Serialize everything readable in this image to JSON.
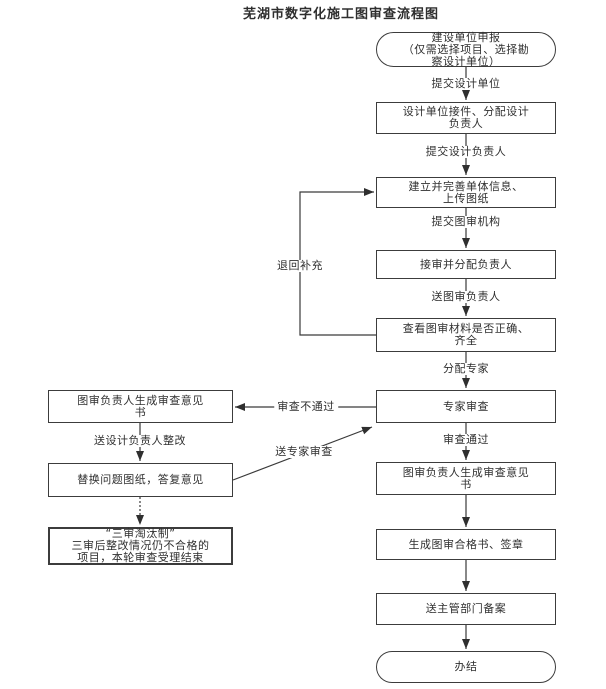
{
  "title": "芜湖市数字化施工图审查流程图",
  "flowchart": {
    "nodes": {
      "start": {
        "label": "建设单位申报\n（仅需选择项目、选择勘\n察设计单位）"
      },
      "design_accept": {
        "label": "设计单位接件、分配设计\n负责人"
      },
      "unit_info": {
        "label": "建立并完善单体信息、\n上传图纸"
      },
      "review_accept": {
        "label": "接审并分配负责人"
      },
      "check_material": {
        "label": "查看图审材料是否正确、\n齐全"
      },
      "expert_review": {
        "label": "专家审查"
      },
      "opinion_letter": {
        "label": "图审负责人生成审查意见\n书"
      },
      "pass_letter": {
        "label": "生成图审合格书、签章"
      },
      "filing": {
        "label": "送主管部门备案"
      },
      "end": {
        "label": "办结"
      },
      "opinion_letter_left": {
        "label": "图审负责人生成审查意见\n书"
      },
      "replace_drawings": {
        "label": "替换问题图纸，答复意见"
      },
      "elimination": {
        "label": "“三审淘汰制”\n三审后整改情况仍不合格的\n项目，本轮审查受理结束"
      }
    },
    "edges": {
      "submit_design_unit": "提交设计单位",
      "submit_design_leader": "提交设计负责人",
      "submit_review_org": "提交图审机构",
      "send_review_leader": "送图审负责人",
      "assign_experts": "分配专家",
      "review_passed": "审查通过",
      "review_failed": "审查不通过",
      "send_design_leader_rectify": "送设计负责人整改",
      "send_expert_review": "送专家审查",
      "return_supplement": "退回补充"
    }
  }
}
